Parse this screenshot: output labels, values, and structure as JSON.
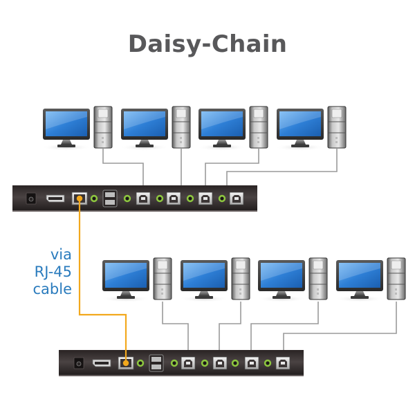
{
  "title": "Daisy-Chain",
  "caption": {
    "lines": [
      "via",
      "RJ-45",
      "cable"
    ]
  },
  "colors": {
    "title": "#58585a",
    "caption": "#2a7bbd",
    "rj45_cable": "#f2a81d",
    "usb_cable": "#9a9a9a",
    "kvm_body": "#3b3534",
    "led_ring": "#8dc63f",
    "screen": "#2e7fd6"
  },
  "units": [
    {
      "name": "kvm-switch-1",
      "ports": [
        "power-jack",
        "display-port",
        "rj45-port",
        "audio-jack",
        "usb-a-stack",
        "audio-jack",
        "usb-b-port",
        "audio-jack",
        "usb-b-port",
        "audio-jack",
        "usb-b-port",
        "audio-jack",
        "usb-b-port"
      ],
      "computers": 4
    },
    {
      "name": "kvm-switch-2",
      "ports": [
        "power-jack",
        "display-port",
        "rj45-port",
        "audio-jack",
        "usb-a-stack",
        "audio-jack",
        "usb-b-port",
        "audio-jack",
        "usb-b-port",
        "audio-jack",
        "usb-b-port",
        "audio-jack",
        "usb-b-port"
      ],
      "computers": 4
    }
  ]
}
